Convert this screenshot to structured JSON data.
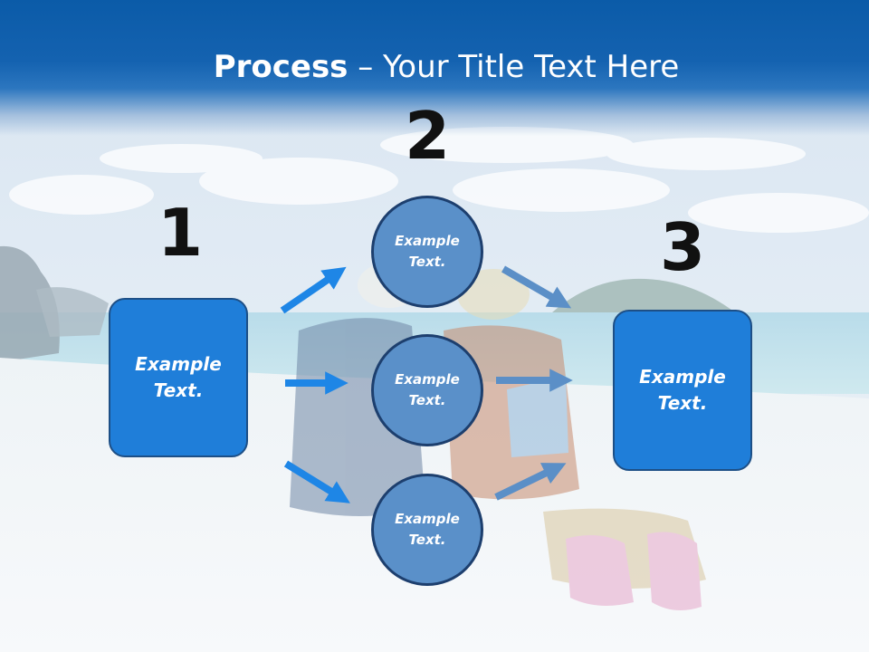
{
  "slide": {
    "title_bold": "Process",
    "title_rest": " – Your Title Text Here"
  },
  "steps": {
    "step1_number": "1",
    "step2_number": "2",
    "step3_number": "3"
  },
  "nodes": {
    "left_box": "Example\nText.",
    "right_box": "Example\nText.",
    "circle_top": "Example\nText.",
    "circle_middle": "Example\nText.",
    "circle_bottom": "Example\nText."
  },
  "colors": {
    "header_blue": "#1462b0",
    "box_blue": "#1f7ed9",
    "circle_blue": "#5a90c9",
    "arrow_bright": "#1e86e6",
    "arrow_muted": "#5b8fc7"
  },
  "background": {
    "description_icon": "beach-photo"
  }
}
